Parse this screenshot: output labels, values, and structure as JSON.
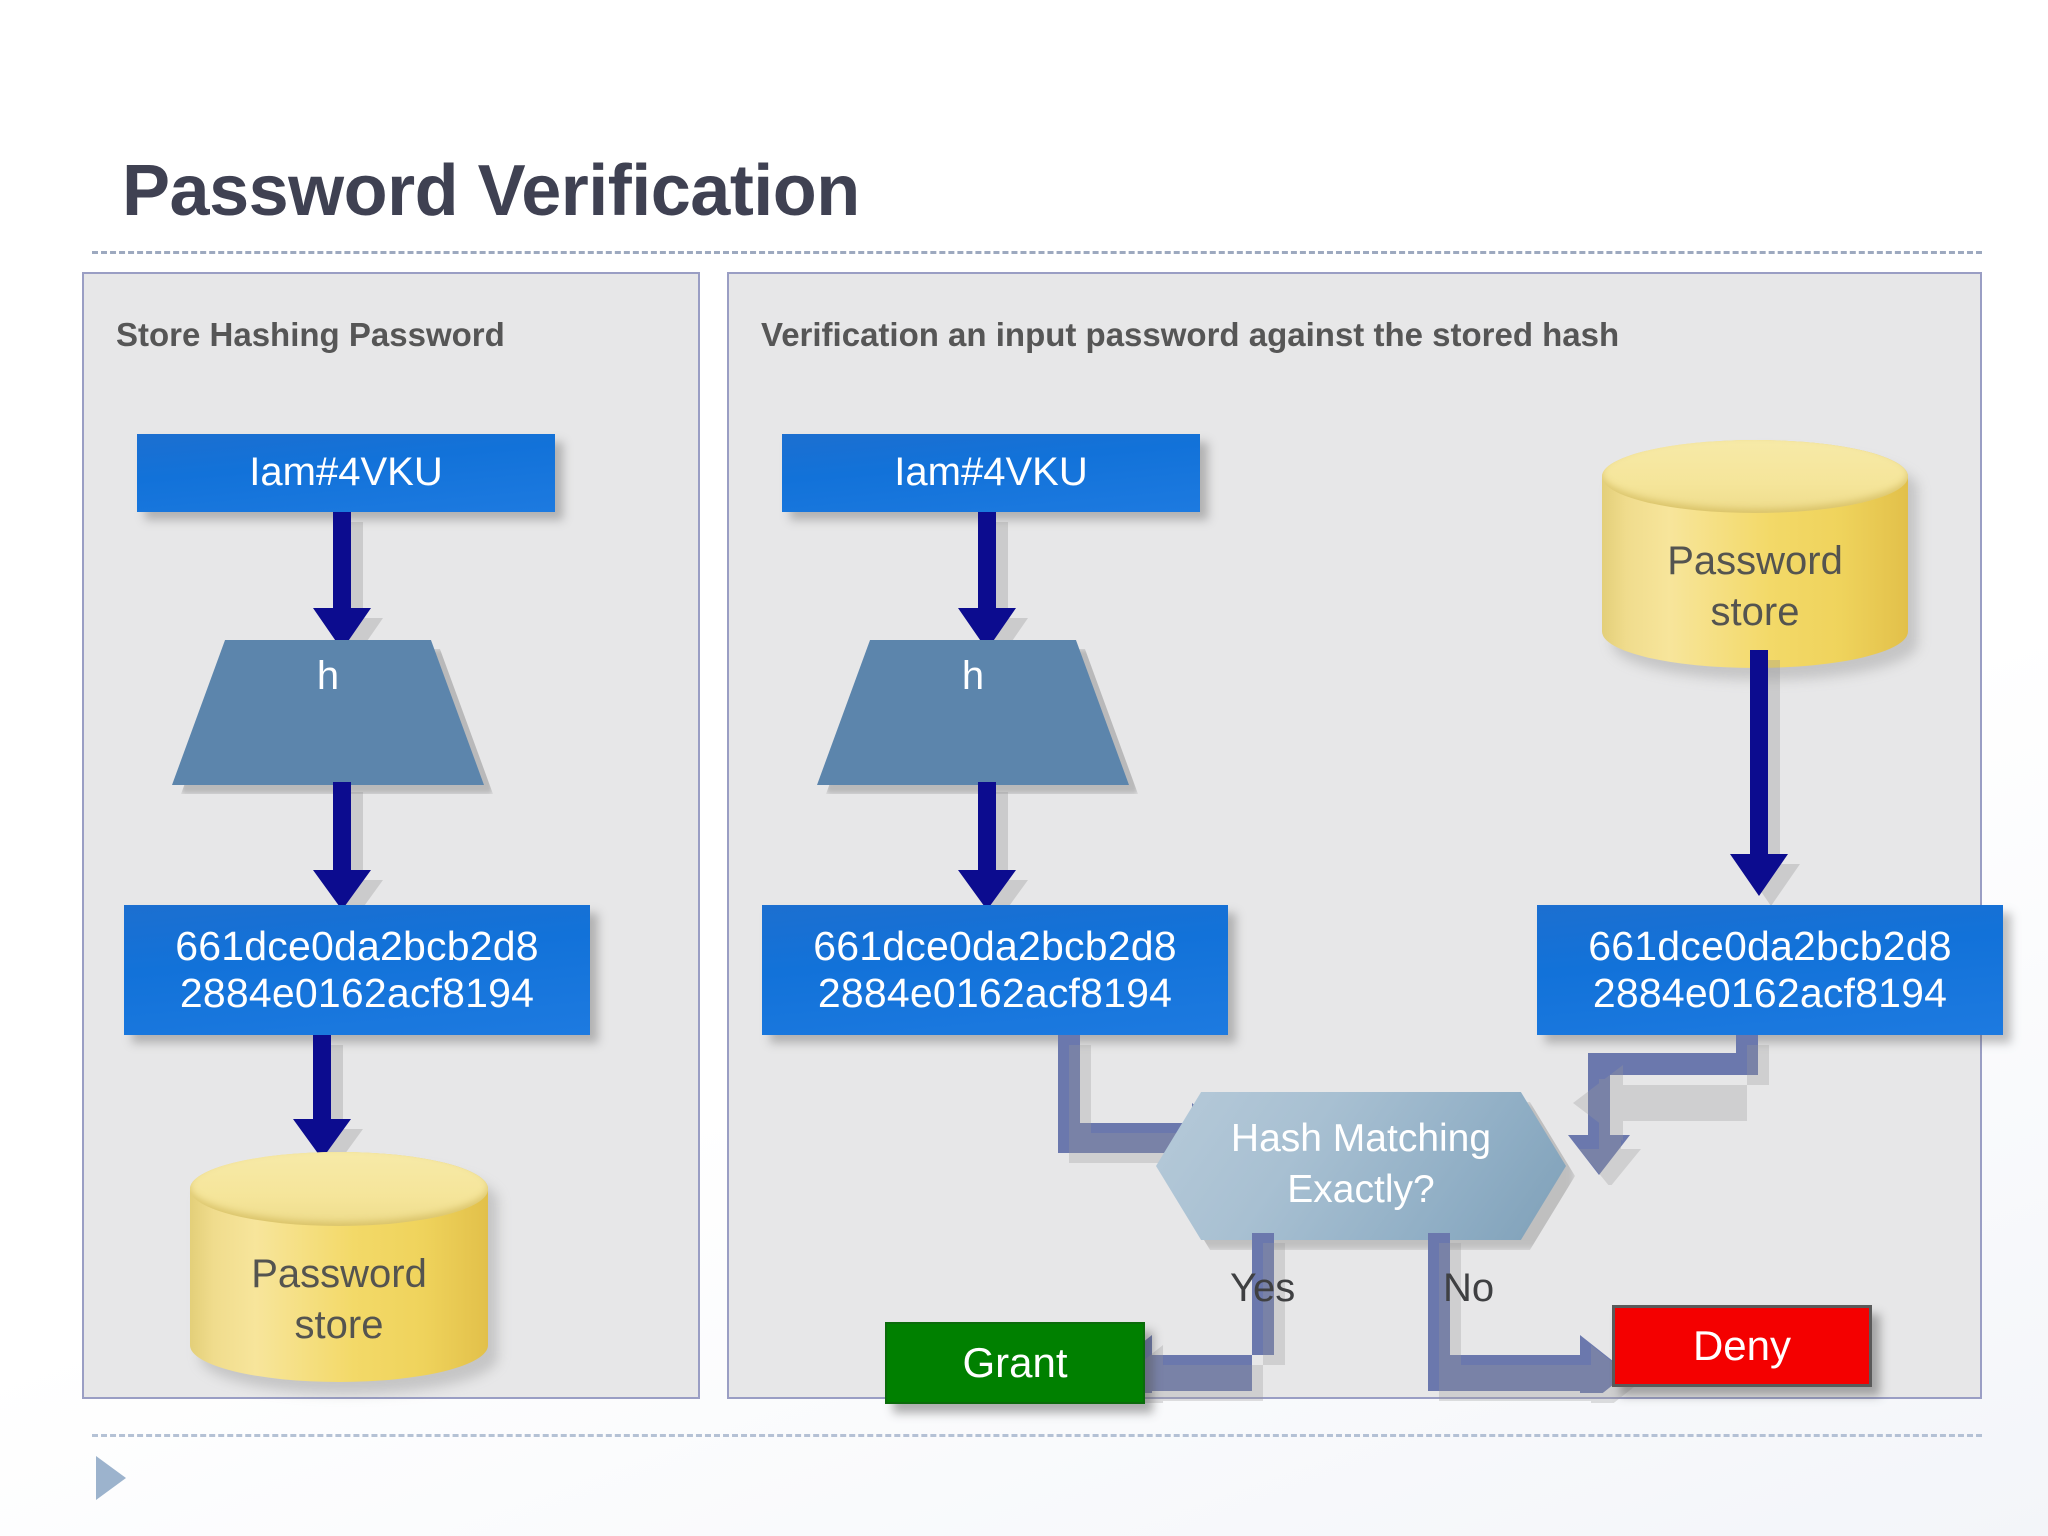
{
  "slide": {
    "title": "Password Verification",
    "play_icon": "play-triangle-icon"
  },
  "panels": {
    "left": {
      "title": "Store Hashing Password"
    },
    "right": {
      "title": "Verification an input password against the stored hash"
    }
  },
  "labels": {
    "password_plaintext": "Iam#4VKU",
    "hash_function": "h",
    "hash_line1": "661dce0da2bcb2d8",
    "hash_line2": "2884e0162acf8194",
    "password_store_line1": "Password",
    "password_store_line2": "store",
    "decision_line1": "Hash Matching",
    "decision_line2": "Exactly?",
    "yes": "Yes",
    "no": "No",
    "grant": "Grant",
    "deny": "Deny"
  },
  "colors": {
    "title": "#3f4152",
    "panel_bg": "#e7e7e8",
    "panel_border": "#9a9ec4",
    "panel_title_text": "#565656",
    "blue_box": "#1272d9",
    "hash_function_fill": "#5c85ac",
    "cylinder_fill": "#f3d968",
    "cylinder_text": "#545450",
    "hexagon_fill": "#8eadc4",
    "grant_fill": "#008000",
    "deny_fill": "#f40000",
    "navy_arrow": "#0c0c8f",
    "slate_arrow": "#6b78ad",
    "dash_rule": "#8d9bb5",
    "play_triangle": "#9cb3cd"
  },
  "flow": {
    "store_hashing_password": [
      "Iam#4VKU",
      "h",
      "661dce0da2bcb2d8 2884e0162acf8194",
      "Password store"
    ],
    "verification": [
      "Iam#4VKU",
      "h",
      "661dce0da2bcb2d8 2884e0162acf8194",
      "Password store",
      "661dce0da2bcb2d8 2884e0162acf8194",
      "Hash Matching Exactly?",
      "Yes -> Grant",
      "No -> Deny"
    ]
  }
}
